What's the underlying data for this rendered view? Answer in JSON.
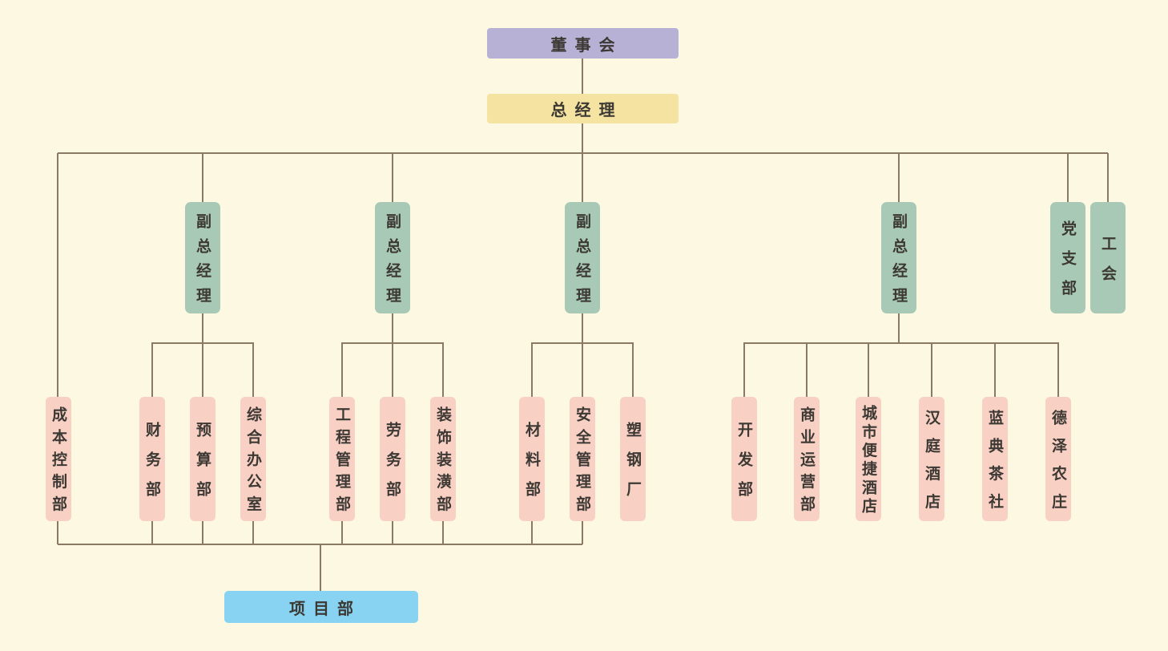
{
  "colors": {
    "background": "#fdf8e2",
    "line": "#8a7a64",
    "board-fill": "#b6b1d5",
    "gm-fill": "#f5e3a2",
    "deputy-fill": "#a9c9b7",
    "dept-fill": "#f8d0c4",
    "project-fill": "#87d3f1",
    "text": "#3c3833"
  },
  "org": {
    "board": {
      "label": "董事会"
    },
    "general_manager": {
      "label": "总经理"
    },
    "cost_control": {
      "label": "成本控制部"
    },
    "deputies": [
      {
        "label": "副总经理",
        "departments": [
          {
            "label": "财务部"
          },
          {
            "label": "预算部"
          },
          {
            "label": "综合办公室"
          }
        ]
      },
      {
        "label": "副总经理",
        "departments": [
          {
            "label": "工程管理部"
          },
          {
            "label": "劳务部"
          },
          {
            "label": "装饰装潢部"
          }
        ]
      },
      {
        "label": "副总经理",
        "departments": [
          {
            "label": "材料部"
          },
          {
            "label": "安全管理部"
          },
          {
            "label": "塑钢厂"
          }
        ]
      },
      {
        "label": "副总经理",
        "departments": [
          {
            "label": "开发部"
          },
          {
            "label": "商业运营部"
          },
          {
            "label": "城市便捷酒店"
          },
          {
            "label": "汉庭酒店"
          },
          {
            "label": "蓝典茶社"
          },
          {
            "label": "德泽农庄"
          }
        ]
      }
    ],
    "party_branch": {
      "label": "党支部"
    },
    "labor_union": {
      "label": "工会"
    },
    "project_department": {
      "label": "项目部"
    }
  }
}
